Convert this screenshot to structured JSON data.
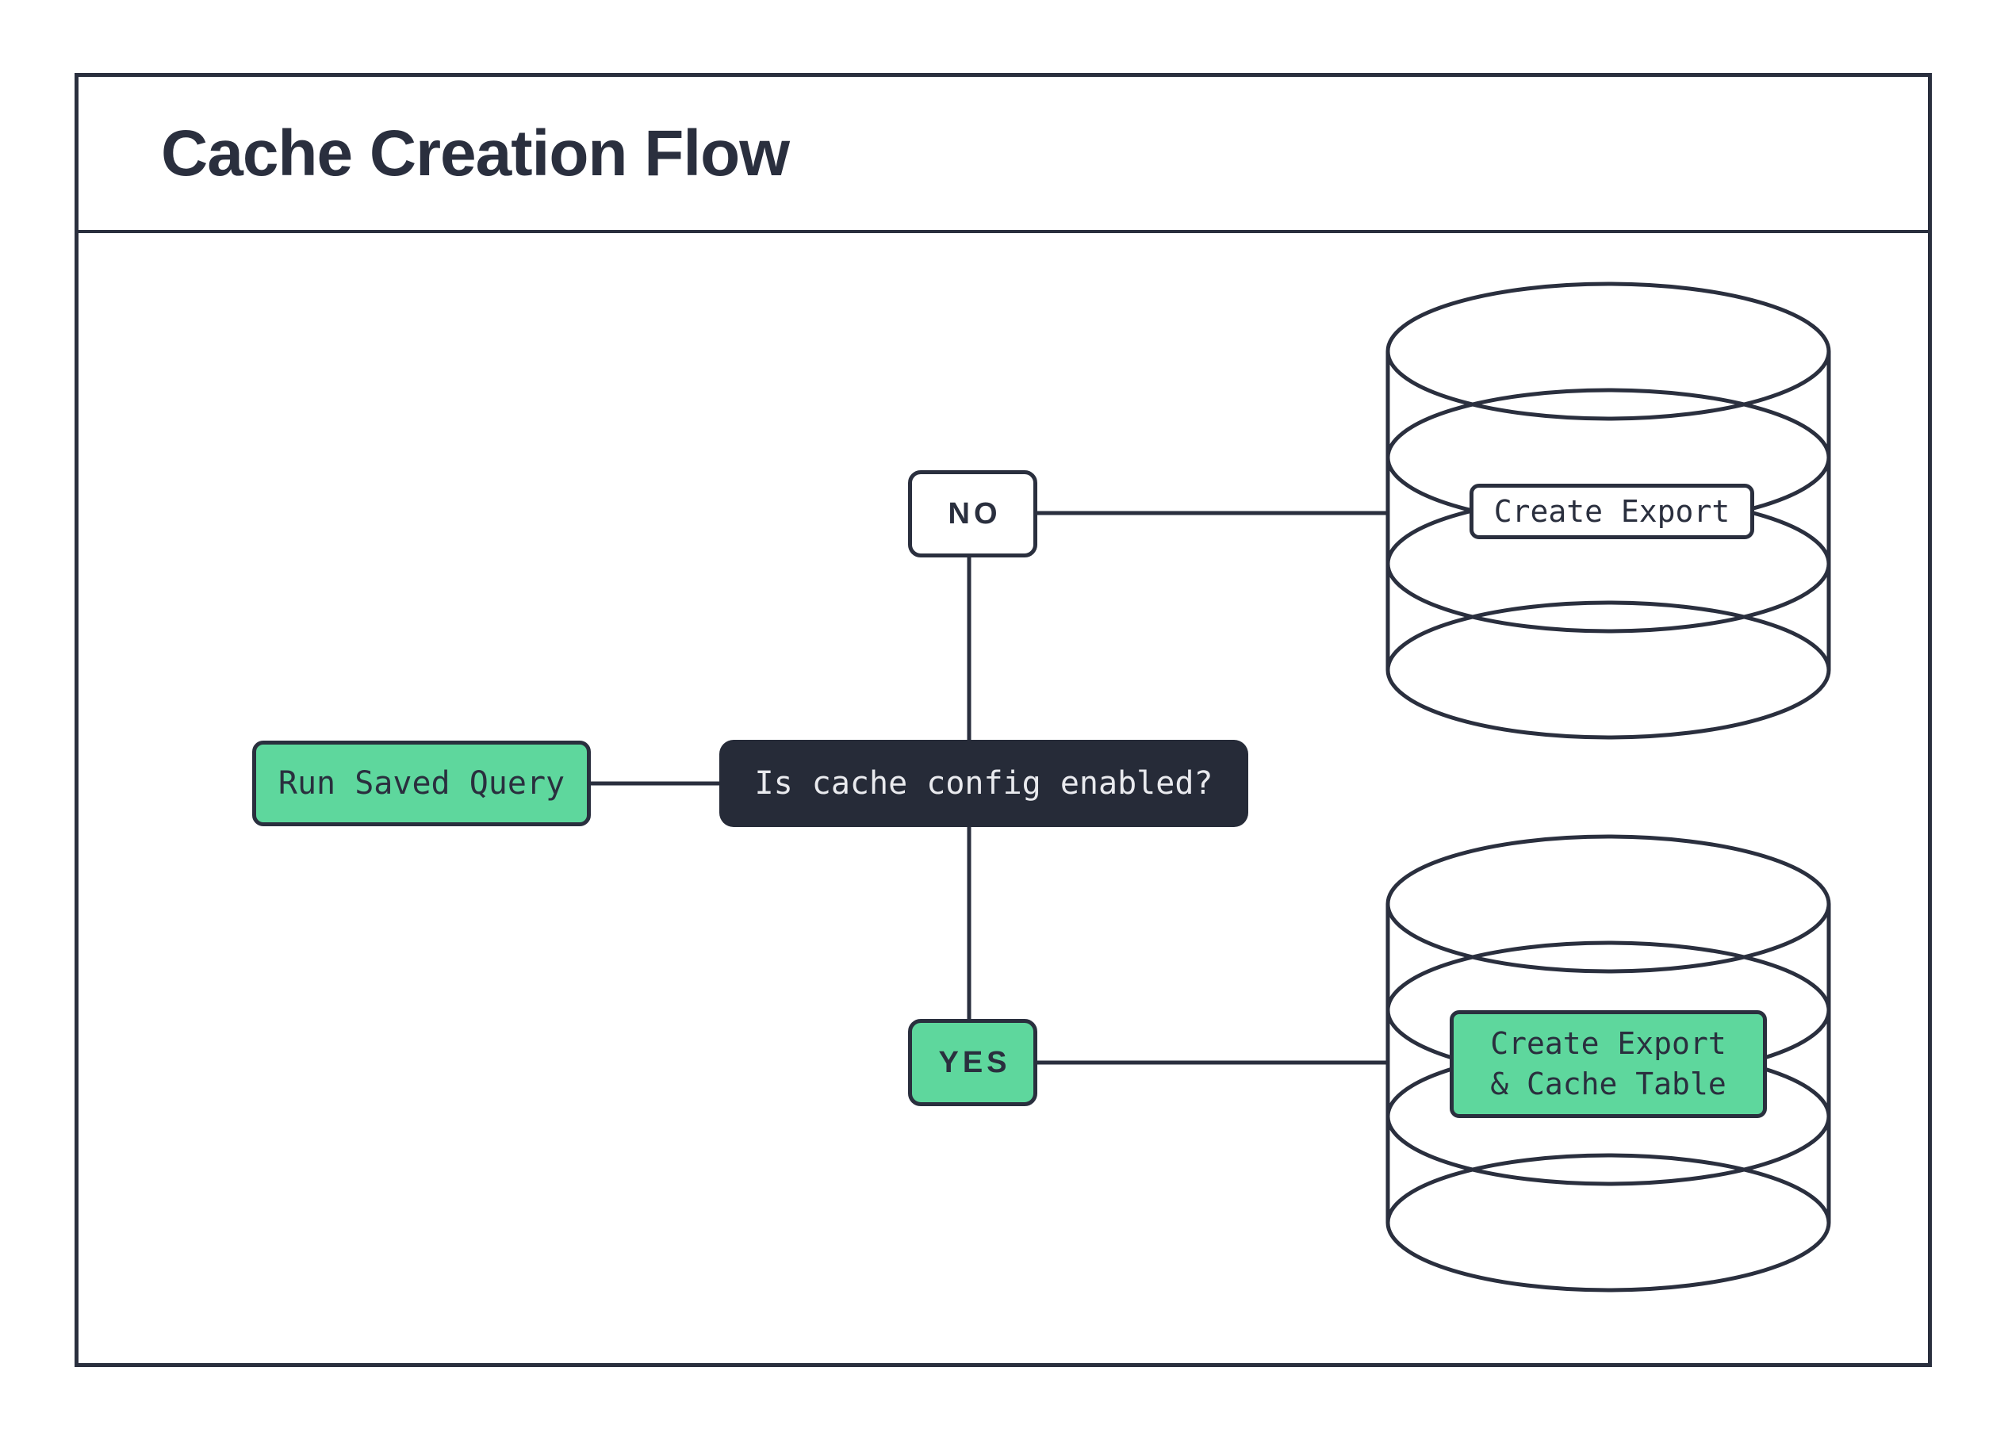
{
  "title": "Cache Creation Flow",
  "colors": {
    "ink": "#2a2f3e",
    "green": "#5ed79d",
    "question_bg": "#262b38",
    "question_text": "#e9eaee",
    "surface": "#ffffff"
  },
  "nodes": {
    "start": {
      "label": "Run Saved Query"
    },
    "question": {
      "label": "Is cache config enabled?"
    },
    "no_branch": {
      "label": "NO"
    },
    "yes_branch": {
      "label": "YES"
    },
    "export_db": {
      "label": "Create Export"
    },
    "cache_db": {
      "label_line1": "Create Export",
      "label_line2": "& Cache Table"
    }
  }
}
